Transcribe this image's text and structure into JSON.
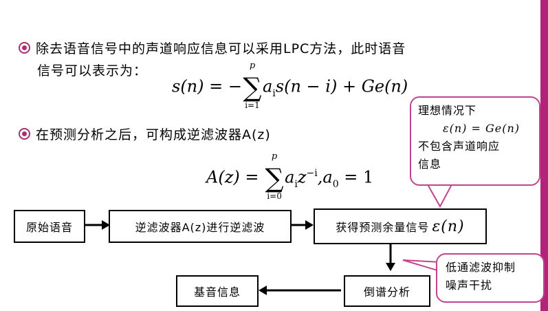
{
  "bullets": [
    {
      "line1": "除去语音信号中的声道响应信息可以采用LPC方法，此时语音",
      "line2": "信号可以表示为："
    },
    {
      "line1": "在预测分析之后，可构成逆滤波器A(z)"
    }
  ],
  "eq1": {
    "lhs": "s(n) = −",
    "upper": "p",
    "lower": "i=1",
    "rhs": "a",
    "rhs_sub": "i",
    "rhs2": "s(n − i) + Ge(n)"
  },
  "eq2": {
    "lhs": "A(z) = ",
    "upper": "p",
    "lower": "i=0",
    "a": "a",
    "a_sub": "i",
    "z": "z",
    "z_sup": "−i",
    "tail": ",a",
    "tail_sub": "0",
    "tail2": " = 1"
  },
  "flow": {
    "original_speech": "原始语音",
    "inverse_filter": "逆滤波器A(z)进行逆滤波",
    "residual": "获得预测余量信号",
    "residual_symbol": "ε(n)",
    "cepstrum": "倒谱分析",
    "pitch_info": "基音信息"
  },
  "callout_ideal": {
    "line1": "理想情况下",
    "formula": "ε(n) = Ge(n)",
    "line2": "不包含声道响应",
    "line3": "信息"
  },
  "callout_filter": {
    "line1": "低通滤波抑制",
    "line2": "噪声干扰"
  },
  "colors": {
    "accent": "#b4237a",
    "callout_border": "#c0458a"
  }
}
